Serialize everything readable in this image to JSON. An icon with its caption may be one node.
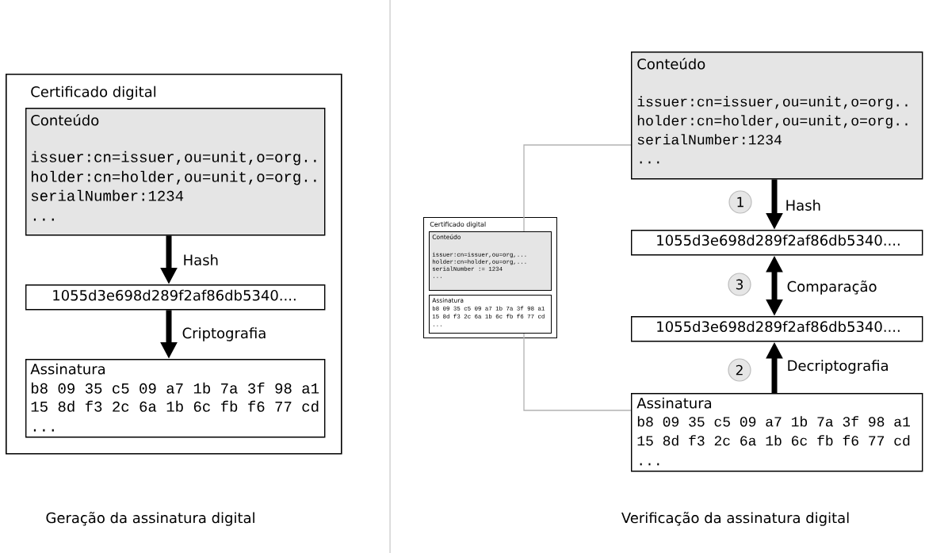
{
  "diagram": {
    "nodes": [
      {
        "text": [
          "Certificado digital"
        ]
      },
      {
        "text": [
          "Conteúdo",
          "issuer:cn=issuer,ou=unit,o=org..",
          "holder:cn=holder,ou=unit,o=org..",
          "serialNumber:1234",
          "..."
        ],
        "in": 0
      },
      {
        "text": [
          "1055d3e698d289f2af86db5340...."
        ],
        "in": 0
      },
      {
        "text": [
          "Assinatura",
          "b8 09 35 c5 09 a7 1b 7a 3f 98 a1",
          "15 8d f3 2c 6a 1b 6c fb f6 77 cd",
          "..."
        ],
        "in": 0
      },
      {
        "text": [
          "Certificado digital"
        ]
      },
      {
        "text": [
          "Conteúdo",
          "issuer:cn=issuer,ou=org,...",
          "holder:cn=holder,ou=org,...",
          "serialNumber := 1234",
          "..."
        ],
        "in": 4
      },
      {
        "text": [
          "Assinatura",
          "b8 09 35 c5 09 a7 1b 7a 3f 98 a1",
          "15 8d f3 2c 6a 1b 6c fb f6 77 cd",
          "..."
        ],
        "in": 4
      },
      {
        "text": [
          "Conteúdo",
          "issuer:cn=issuer,ou=unit,o=org..",
          "holder:cn=holder,ou=unit,o=org..",
          "serialNumber:1234",
          "..."
        ]
      },
      {
        "text": [
          "1055d3e698d289f2af86db5340...."
        ]
      },
      {
        "text": [
          "1055d3e698d289f2af86db5340...."
        ]
      },
      {
        "text": [
          "Assinatura",
          "b8 09 35 c5 09 a7 1b 7a 3f 98 a1",
          "15 8d f3 2c 6a 1b 6c fb f6 77 cd",
          "..."
        ]
      },
      {
        "text": [
          "1"
        ]
      },
      {
        "text": [
          "3"
        ]
      },
      {
        "text": [
          "2"
        ]
      }
    ],
    "edges": [
      {
        "from": 1,
        "to": 2,
        "arrow": "to",
        "label": "Hash"
      },
      {
        "from": 2,
        "to": 3,
        "arrow": "to",
        "label": "Criptografia"
      },
      {
        "from": 7,
        "to": 8,
        "arrow": "to",
        "label": "Hash"
      },
      {
        "from": 8,
        "to": 9,
        "arrow": "both",
        "label": "Comparação"
      },
      {
        "from": 10,
        "to": 9,
        "arrow": "to",
        "label": "Decriptografia"
      },
      {
        "from": 5,
        "to": 7,
        "arrow": "none",
        "color": "#b3b3b3"
      },
      {
        "from": 6,
        "to": 10,
        "arrow": "none",
        "color": "#b3b3b3"
      }
    ],
    "labels": [
      "Geração da assinatura digital",
      "Verificação da assinatura digital"
    ]
  }
}
